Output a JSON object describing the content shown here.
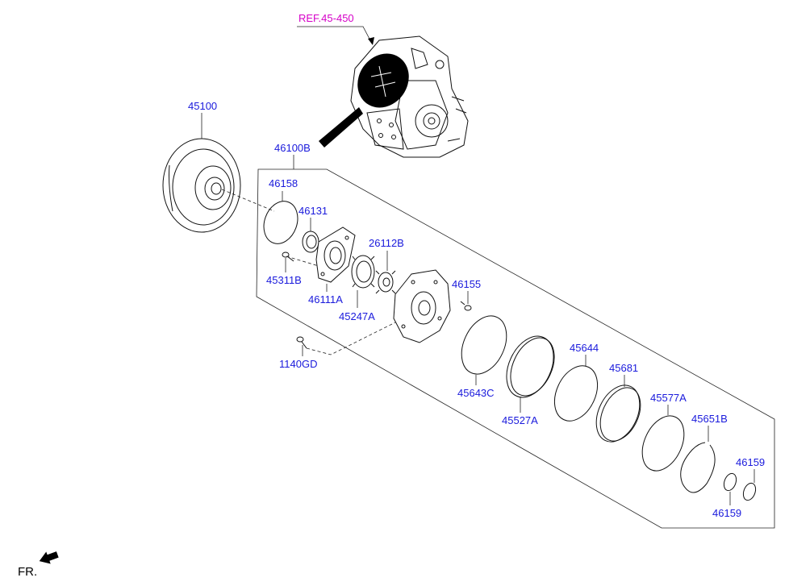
{
  "reference": {
    "label": "REF.45-450"
  },
  "direction": {
    "label": "FR.",
    "arrow_icon": "front-direction-arrow-icon"
  },
  "assembly": {
    "label": "46100B"
  },
  "parts": [
    {
      "id": "45100",
      "label": "45100"
    },
    {
      "id": "46158",
      "label": "46158"
    },
    {
      "id": "46131",
      "label": "46131"
    },
    {
      "id": "45311B",
      "label": "45311B"
    },
    {
      "id": "46111A",
      "label": "46111A"
    },
    {
      "id": "26112B",
      "label": "26112B"
    },
    {
      "id": "45247A",
      "label": "45247A"
    },
    {
      "id": "46155",
      "label": "46155"
    },
    {
      "id": "1140GD",
      "label": "1140GD"
    },
    {
      "id": "45643C",
      "label": "45643C"
    },
    {
      "id": "45527A",
      "label": "45527A"
    },
    {
      "id": "45644",
      "label": "45644"
    },
    {
      "id": "45681",
      "label": "45681"
    },
    {
      "id": "45577A",
      "label": "45577A"
    },
    {
      "id": "45651B",
      "label": "45651B"
    },
    {
      "id": "46159a",
      "label": "46159"
    },
    {
      "id": "46159b",
      "label": "46159"
    }
  ],
  "colors": {
    "label": "#1a1adc",
    "reference": "#d600c8",
    "line": "#111111"
  }
}
